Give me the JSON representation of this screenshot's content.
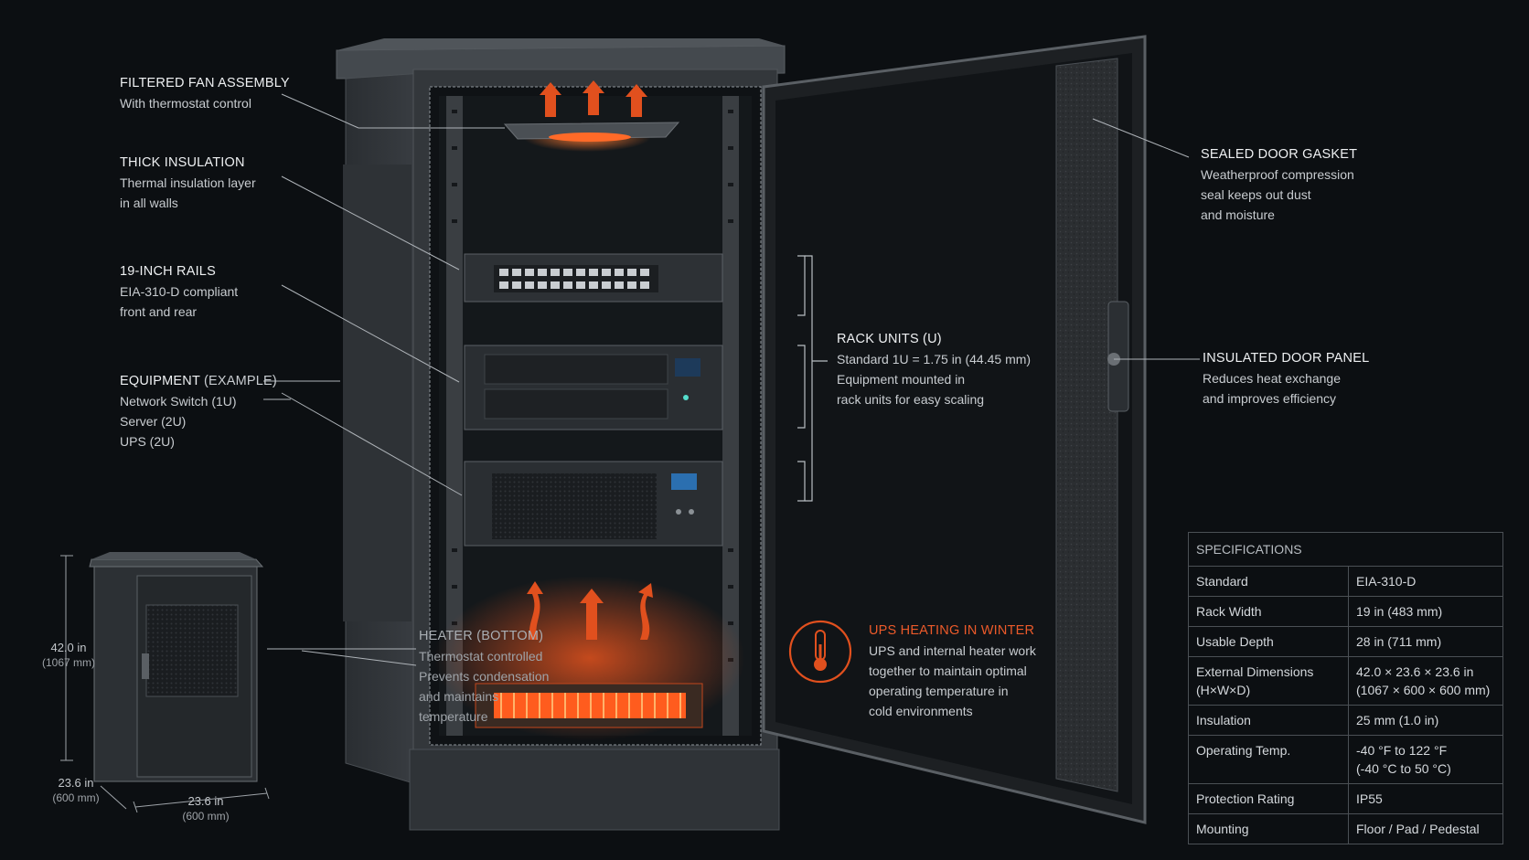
{
  "callouts": {
    "fan": {
      "title": "FILTERED FAN ASSEMBLY",
      "desc": [
        "With thermostat control"
      ]
    },
    "insulation": {
      "title": "THICK INSULATION",
      "desc": [
        "Thermal insulation layer",
        "in all walls"
      ]
    },
    "rails": {
      "title": "19-INCH RAILS",
      "desc": [
        "EIA-310-D compliant",
        "front and rear"
      ]
    },
    "equipment": {
      "title": "EQUIPMENT",
      "title_suffix": "(EXAMPLE)",
      "desc": [
        "Network Switch (1U)",
        "Server (2U)",
        "UPS (2U)"
      ]
    },
    "heater": {
      "title": "HEATER (BOTTOM)",
      "desc": [
        "Thermostat controlled",
        "Prevents condensation",
        "and maintains",
        "temperature"
      ]
    },
    "rack_units": {
      "title": "RACK UNITS (U)",
      "desc": [
        "Standard 1U = 1.75 in (44.45 mm)",
        "Equipment mounted in",
        "rack units for easy scaling"
      ]
    },
    "gasket": {
      "title": "SEALED DOOR GASKET",
      "desc": [
        "Weatherproof compression",
        "seal keeps out dust",
        "and moisture"
      ]
    },
    "door_panel": {
      "title": "INSULATED DOOR PANEL",
      "desc": [
        "Reduces heat exchange",
        "and improves efficiency"
      ]
    },
    "ups_heating": {
      "title": "UPS HEATING IN WINTER",
      "desc": [
        "UPS and internal heater work",
        "together to maintain optimal",
        "operating temperature in",
        "cold environments"
      ]
    }
  },
  "dimensions": {
    "height": {
      "value": "42.0 in",
      "sub": "(1067 mm)"
    },
    "depth": {
      "value": "23.6 in",
      "sub": "(600 mm)"
    },
    "width": {
      "value": "23.6 in",
      "sub": "(600 mm)"
    }
  },
  "specifications": {
    "title": "SPECIFICATIONS",
    "rows": [
      {
        "k": "Standard",
        "v": [
          "EIA-310-D"
        ]
      },
      {
        "k": "Rack Width",
        "v": [
          "19 in (483 mm)"
        ]
      },
      {
        "k": "Usable Depth",
        "v": [
          "28 in (711 mm)"
        ]
      },
      {
        "k": "External Dimensions (H×W×D)",
        "v": [
          "42.0 × 23.6 × 23.6 in",
          "(1067 × 600 × 600 mm)"
        ]
      },
      {
        "k": "Insulation",
        "v": [
          "25 mm (1.0 in)"
        ]
      },
      {
        "k": "Operating Temp.",
        "v": [
          "-40 °F to 122 °F",
          "(-40 °C to 50 °C)"
        ]
      },
      {
        "k": "Protection Rating",
        "v": [
          "IP55"
        ]
      },
      {
        "k": "Mounting",
        "v": [
          "Floor / Pad / Pedestal"
        ]
      }
    ]
  },
  "colors": {
    "accent": "#ec5a2a",
    "cabinet": "#3b3f44",
    "background": "#0c0f12"
  },
  "icons": {
    "thermometer": "thermometer-icon",
    "heat_arrows": "arrow-up-icon"
  }
}
